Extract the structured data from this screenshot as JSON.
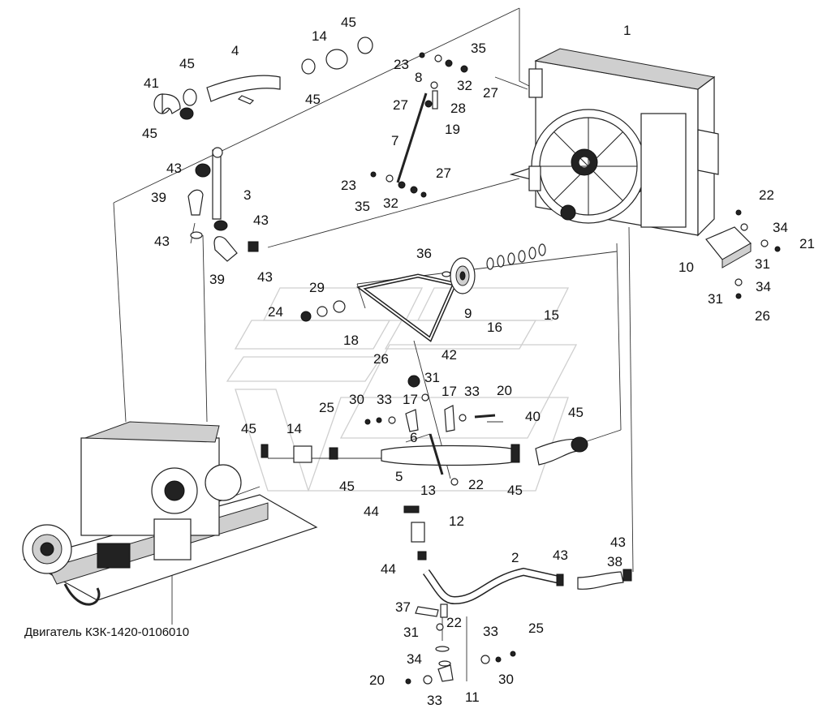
{
  "diagram": {
    "caption": "Двигатель КЗК-1420-0106010",
    "callouts": [
      {
        "id": "c1",
        "text": "1"
      },
      {
        "id": "c2",
        "text": "2"
      },
      {
        "id": "c3",
        "text": "3"
      },
      {
        "id": "c4",
        "text": "4"
      },
      {
        "id": "c5",
        "text": "5"
      },
      {
        "id": "c6",
        "text": "6"
      },
      {
        "id": "c7",
        "text": "7"
      },
      {
        "id": "c8",
        "text": "8"
      },
      {
        "id": "c9",
        "text": "9"
      },
      {
        "id": "c10",
        "text": "10"
      },
      {
        "id": "c11",
        "text": "11"
      },
      {
        "id": "c12",
        "text": "12"
      },
      {
        "id": "c13",
        "text": "13"
      },
      {
        "id": "c14a",
        "text": "14"
      },
      {
        "id": "c14b",
        "text": "14"
      },
      {
        "id": "c15",
        "text": "15"
      },
      {
        "id": "c16",
        "text": "16"
      },
      {
        "id": "c17a",
        "text": "17"
      },
      {
        "id": "c17b",
        "text": "17"
      },
      {
        "id": "c18",
        "text": "18"
      },
      {
        "id": "c19",
        "text": "19"
      },
      {
        "id": "c20a",
        "text": "20"
      },
      {
        "id": "c20b",
        "text": "20"
      },
      {
        "id": "c21",
        "text": "21"
      },
      {
        "id": "c22a",
        "text": "22"
      },
      {
        "id": "c22b",
        "text": "22"
      },
      {
        "id": "c22c",
        "text": "22"
      },
      {
        "id": "c23a",
        "text": "23"
      },
      {
        "id": "c23b",
        "text": "23"
      },
      {
        "id": "c24",
        "text": "24"
      },
      {
        "id": "c25a",
        "text": "25"
      },
      {
        "id": "c25b",
        "text": "25"
      },
      {
        "id": "c26a",
        "text": "26"
      },
      {
        "id": "c26b",
        "text": "26"
      },
      {
        "id": "c27a",
        "text": "27"
      },
      {
        "id": "c27b",
        "text": "27"
      },
      {
        "id": "c27c",
        "text": "27"
      },
      {
        "id": "c28",
        "text": "28"
      },
      {
        "id": "c29",
        "text": "29"
      },
      {
        "id": "c30a",
        "text": "30"
      },
      {
        "id": "c30b",
        "text": "30"
      },
      {
        "id": "c31a",
        "text": "31"
      },
      {
        "id": "c31b",
        "text": "31"
      },
      {
        "id": "c31c",
        "text": "31"
      },
      {
        "id": "c31d",
        "text": "31"
      },
      {
        "id": "c32a",
        "text": "32"
      },
      {
        "id": "c32b",
        "text": "32"
      },
      {
        "id": "c33a",
        "text": "33"
      },
      {
        "id": "c33b",
        "text": "33"
      },
      {
        "id": "c33c",
        "text": "33"
      },
      {
        "id": "c33d",
        "text": "33"
      },
      {
        "id": "c34a",
        "text": "34"
      },
      {
        "id": "c34b",
        "text": "34"
      },
      {
        "id": "c34c",
        "text": "34"
      },
      {
        "id": "c35a",
        "text": "35"
      },
      {
        "id": "c35b",
        "text": "35"
      },
      {
        "id": "c36",
        "text": "36"
      },
      {
        "id": "c37",
        "text": "37"
      },
      {
        "id": "c38",
        "text": "38"
      },
      {
        "id": "c39a",
        "text": "39"
      },
      {
        "id": "c39b",
        "text": "39"
      },
      {
        "id": "c40",
        "text": "40"
      },
      {
        "id": "c41",
        "text": "41"
      },
      {
        "id": "c42",
        "text": "42"
      },
      {
        "id": "c43a",
        "text": "43"
      },
      {
        "id": "c43b",
        "text": "43"
      },
      {
        "id": "c43c",
        "text": "43"
      },
      {
        "id": "c43d",
        "text": "43"
      },
      {
        "id": "c43e",
        "text": "43"
      },
      {
        "id": "c43f",
        "text": "43"
      },
      {
        "id": "c44a",
        "text": "44"
      },
      {
        "id": "c44b",
        "text": "44"
      },
      {
        "id": "c45a",
        "text": "45"
      },
      {
        "id": "c45b",
        "text": "45"
      },
      {
        "id": "c45c",
        "text": "45"
      },
      {
        "id": "c45d",
        "text": "45"
      },
      {
        "id": "c45e",
        "text": "45"
      },
      {
        "id": "c45f",
        "text": "45"
      },
      {
        "id": "c45g",
        "text": "45"
      },
      {
        "id": "c45h",
        "text": "45"
      }
    ]
  }
}
